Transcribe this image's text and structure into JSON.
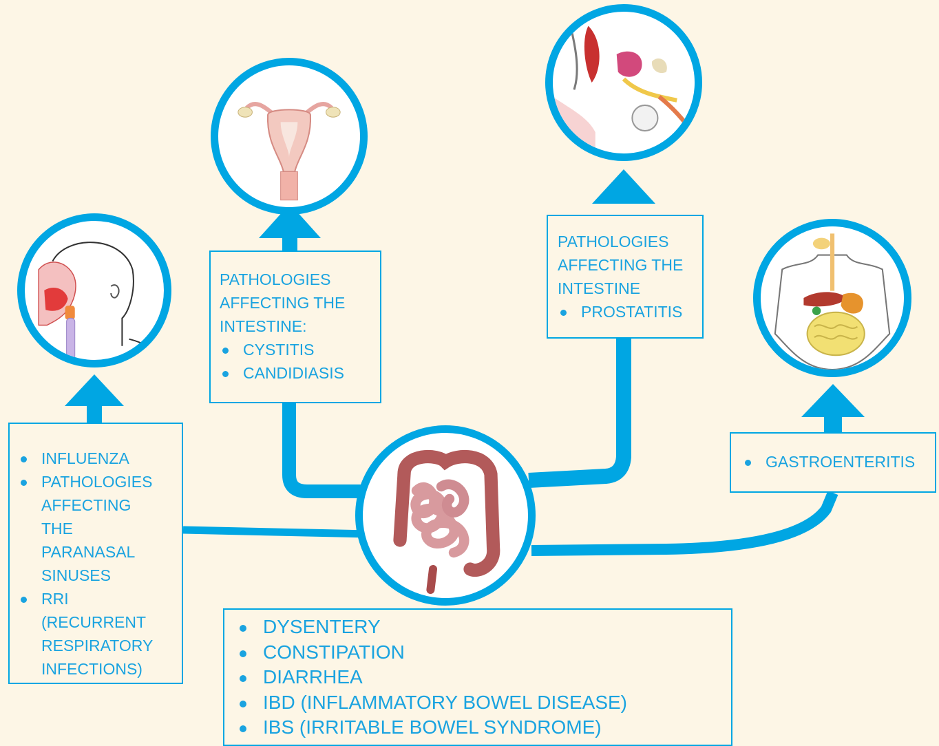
{
  "colors": {
    "accent": "#00a6e3",
    "background": "#fdf6e6",
    "text": "#1aa3e0"
  },
  "nodes": {
    "center": {
      "icon": "intestine-icon"
    },
    "respiratory": {
      "icon": "head-airway-icon",
      "items": [
        "INFLUENZA",
        "PATHOLOGIES AFFECTING THE PARANASAL SINUSES",
        "RRI (RECURRENT RESPIRATORY INFECTIONS)"
      ]
    },
    "female": {
      "icon": "uterus-icon",
      "heading": "PATHOLOGIES AFFECTING THE INTESTINE:",
      "items": [
        "CYSTITIS",
        "CANDIDIASIS"
      ]
    },
    "male": {
      "icon": "prostate-icon",
      "heading": "PATHOLOGIES AFFECTING THE INTESTINE",
      "items": [
        "PROSTATITIS"
      ]
    },
    "digestive": {
      "icon": "digestive-system-icon",
      "items": [
        "GASTROENTERITIS"
      ]
    },
    "bowel": {
      "items": [
        "DYSENTERY",
        "CONSTIPATION",
        "DIARRHEA",
        "IBD (INFLAMMATORY BOWEL DISEASE)",
        "IBS (IRRITABLE BOWEL SYNDROME)"
      ]
    }
  }
}
